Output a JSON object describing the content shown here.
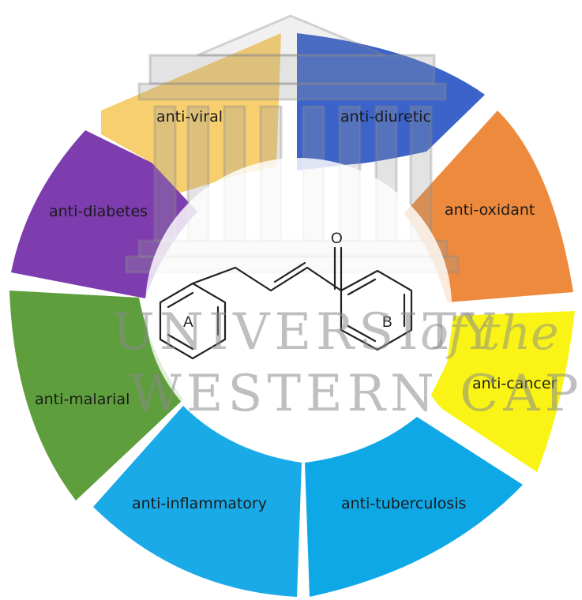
{
  "diagram": {
    "molecule": {
      "oxygen_label": "O",
      "ring_a_label": "A",
      "ring_b_label": "B"
    },
    "segments": [
      {
        "id": "anti-viral",
        "label": "anti-viral",
        "color": "#F7CF6F"
      },
      {
        "id": "anti-diuretic",
        "label": "anti-diuretic",
        "color": "#3B63C9"
      },
      {
        "id": "anti-oxidant",
        "label": "anti-oxidant",
        "color": "#EE8A3E"
      },
      {
        "id": "anti-cancer",
        "label": "anti-cancer",
        "color": "#F9F416"
      },
      {
        "id": "anti-tuberculosis",
        "label": "anti-tuberculosis",
        "color": "#0FA8E6"
      },
      {
        "id": "anti-inflammatory",
        "label": "anti-inflammatory",
        "color": "#1AAAE8"
      },
      {
        "id": "anti-malarial",
        "label": "anti-malarial",
        "color": "#5E9E3C"
      },
      {
        "id": "anti-diabetes",
        "label": "anti-diabetes",
        "color": "#7D3DAE"
      }
    ]
  },
  "watermark": {
    "line1": "UNIVERSITY",
    "line1_suffix": "of the",
    "line2": "WESTERN CAPE",
    "color": "#8A8A8A"
  }
}
